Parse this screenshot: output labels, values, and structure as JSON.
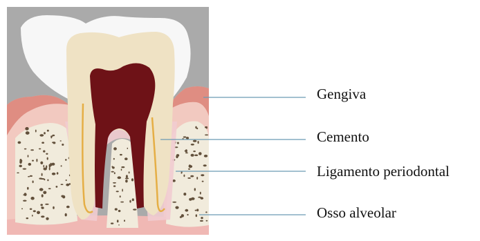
{
  "labels": [
    "Gengiva",
    "Cemento",
    "Ligamento periodontal",
    "Osso alveolar"
  ],
  "colors": {
    "background": "#aaaaaa",
    "gum": "#f2c9c0",
    "gum_edge": "#d97e72",
    "bone": "#f1ebdc",
    "bone_pores": "#4a3520",
    "enamel": "#f7f7f7",
    "dentin": "#efe2c4",
    "pulp": "#6e1217",
    "cementum_line": "#e5ae45",
    "ligament": "#f1ccd0",
    "leader_line": "#6a9ab4"
  },
  "icons": [
    "tooth-cross-section"
  ]
}
